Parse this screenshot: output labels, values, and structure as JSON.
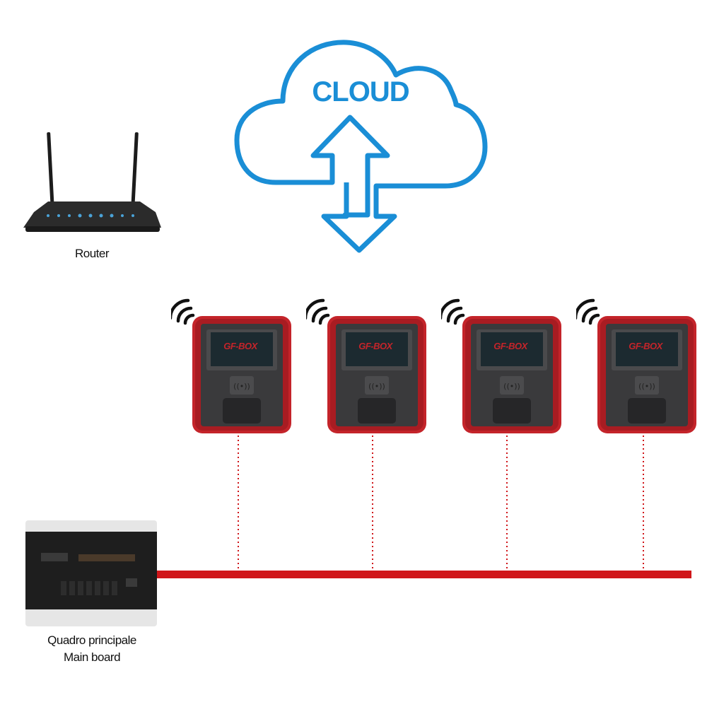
{
  "diagram": {
    "cloud": {
      "label": "CLOUD",
      "icon": "cloud-upload-download-icon",
      "color": "#1a8ed6"
    },
    "router": {
      "label": "Router",
      "icon": "wifi-router-icon",
      "led_color": "#4aa3d8"
    },
    "chargers": [
      {
        "id": 1,
        "screen_logo": "GF-BOX",
        "signal": "wifi-signal-icon",
        "connected_to": "main-board"
      },
      {
        "id": 2,
        "screen_logo": "GF-BOX",
        "signal": "wifi-signal-icon",
        "connected_to": "main-board"
      },
      {
        "id": 3,
        "screen_logo": "GF-BOX",
        "signal": "wifi-signal-icon",
        "connected_to": "main-board"
      },
      {
        "id": 4,
        "screen_logo": "GF-BOX",
        "signal": "wifi-signal-icon",
        "connected_to": "main-board"
      }
    ],
    "main_board": {
      "label_it": "Quadro principale",
      "label_en": "Main board"
    },
    "connections": {
      "power_line_color": "#d0161a",
      "drop_line_style": "dotted",
      "drop_line_color": "#d0161a"
    },
    "colors": {
      "charger_frame": "#c4242a",
      "charger_body": "#3a3a3c",
      "wifi_icon": "#111111"
    }
  }
}
